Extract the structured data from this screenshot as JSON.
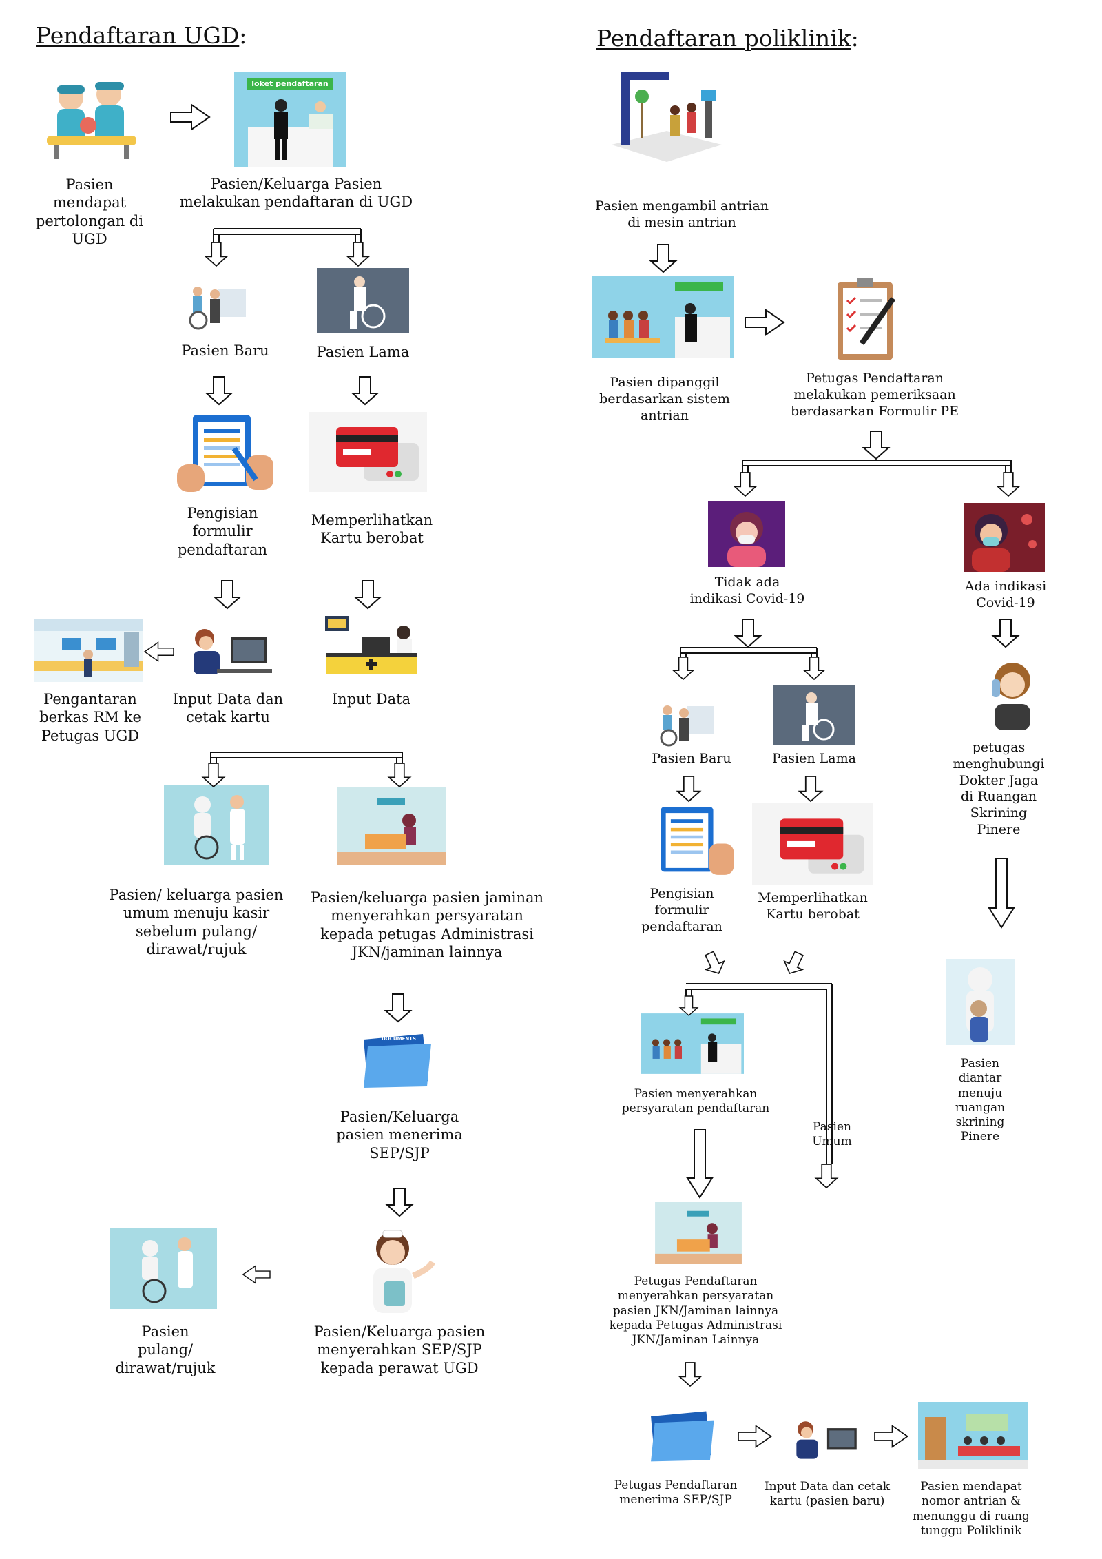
{
  "ugd": {
    "heading": "Pendaftaran UGD",
    "heading_colon": ":",
    "steps": {
      "pasien_pertolongan": "Pasien\nmendapat\npertolongan di\nUGD",
      "keluarga_daftar": "Pasien/Keluarga Pasien\nmelakukan pendaftaran di UGD",
      "pasien_baru": "Pasien Baru",
      "pasien_lama": "Pasien Lama",
      "pengisian_formulir": "Pengisian\nformulir\npendaftaran",
      "memperlihatkan_kartu": "Memperlihatkan\nKartu berobat",
      "pengantaran_berkas": "Pengantaran\nberkas RM ke\nPetugas UGD",
      "input_cetak": "Input Data dan\ncetak kartu",
      "input_data": "Input Data",
      "menuju_kasir": "Pasien/ keluarga pasien\numum menuju kasir\nsebelum pulang/\ndirawat/rujuk",
      "jaminan_persyaratan": "Pasien/keluarga pasien jaminan\nmenyerahkan persyaratan\nkepada petugas Administrasi\nJKN/jaminan lainnya",
      "menerima_sep": "Pasien/Keluarga\npasien menerima\nSEP/SJP",
      "pulang": "Pasien\npulang/\ndirawat/rujuk",
      "serahkan_sep": "Pasien/Keluarga pasien\nmenyerahkan SEP/SJP\nkepada perawat UGD"
    }
  },
  "poli": {
    "heading": "Pendaftaran poliklinik",
    "heading_colon": ":",
    "steps": {
      "ambil_antrian": "Pasien mengambil antrian\ndi mesin antrian",
      "dipanggil": "Pasien dipanggil\nberdasarkan sistem\nantrian",
      "petugas_periksa": "Petugas Pendaftaran\nmelakukan pemeriksaan\nberdasarkan Formulir PE",
      "tidak_covid": "Tidak ada\nindikasi Covid-19",
      "ada_covid": "Ada indikasi\nCovid-19",
      "pasien_baru": "Pasien Baru",
      "pasien_lama": "Pasien Lama",
      "pengisian_formulir": "Pengisian\nformulir\npendaftaran",
      "memperlihatkan_kartu": "Memperlihatkan\nKartu berobat",
      "menghubungi_dokter": "petugas\nmenghubungi\nDokter Jaga\ndi Ruangan\nSkrining\nPinere",
      "menyerahkan_persyaratan": "Pasien menyerahkan\npersyaratan pendaftaran",
      "pasien_umum": "Pasien\nUmum",
      "diantar_skrining": "Pasien\ndiantar\nmenuju\nruangan\nskrining\nPinere",
      "petugas_serahkan_jkn": "Petugas Pendaftaran\nmenyerahkan persyaratan\npasien JKN/Jaminan lainnya\nkepada Petugas Administrasi\nJKN/Jaminan Lainnya",
      "menerima_sep": "Petugas Pendaftaran\nmenerima SEP/SJP",
      "input_cetak": "Input Data dan cetak\nkartu (pasien baru)",
      "nomor_antrian": "Pasien mendapat\nnomor antrian &\nmenunggu di ruang\ntunggu Poliklinik"
    }
  },
  "illustration_text": {
    "loket": "loket pendaftaran",
    "documents": "DOCUMENTS"
  },
  "colors": {
    "arrow_stroke": "#111111",
    "teal_bg": "#8fd3e8",
    "card_red": "#e0282f",
    "folder_blue": "#3a88d8"
  }
}
